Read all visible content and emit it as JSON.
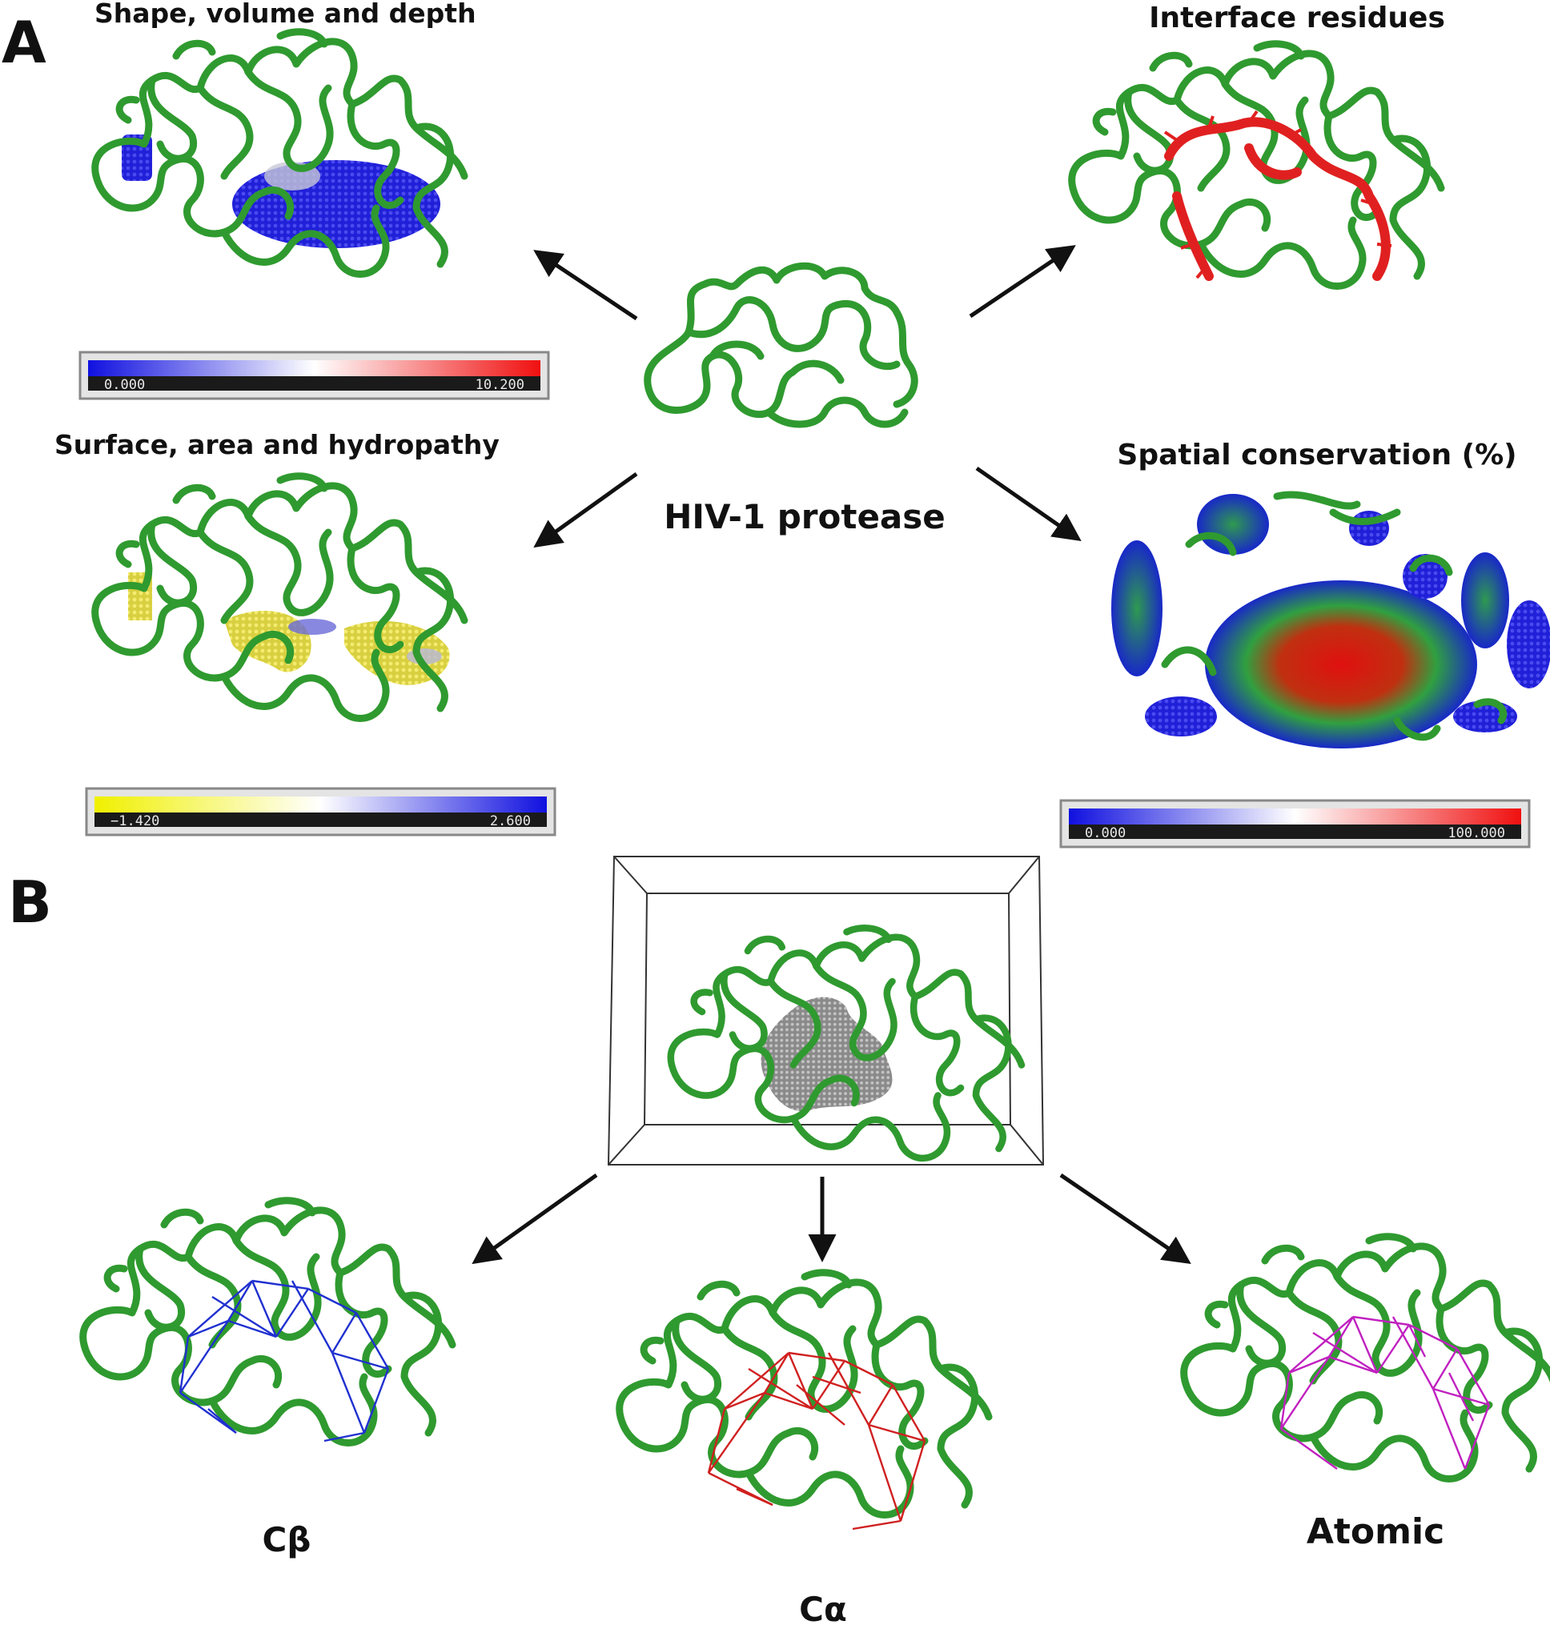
{
  "panel_a": {
    "letter": "A",
    "center_label": "HIV-1 protease",
    "shape": {
      "title": "Shape, volume and depth",
      "colorbar": {
        "min": "0.000",
        "max": "10.200",
        "colors": [
          "#1010e0",
          "#ffffff",
          "#f01010"
        ]
      }
    },
    "surface": {
      "title": "Surface, area and hydropathy",
      "colorbar": {
        "min": "−1.420",
        "max": "2.600",
        "colors": [
          "#f0f000",
          "#ffffff",
          "#1010e0"
        ]
      }
    },
    "interface": {
      "title": "Interface residues"
    },
    "conservation": {
      "title": "Spatial conservation (%)",
      "colorbar": {
        "min": "0.000",
        "max": "100.000",
        "colors": [
          "#1010e0",
          "#ffffff",
          "#f01010"
        ]
      }
    }
  },
  "panel_b": {
    "letter": "B",
    "cbeta": {
      "label": "Cβ",
      "color": "#2030d0"
    },
    "calpha": {
      "label": "Cα",
      "color": "#d02020"
    },
    "atomic": {
      "label": "Atomic",
      "color": "#c020c0"
    }
  },
  "colors": {
    "backbone": "#2f9a2f",
    "arrow": "#111111",
    "cavity_gray": "#9a9a9a"
  }
}
